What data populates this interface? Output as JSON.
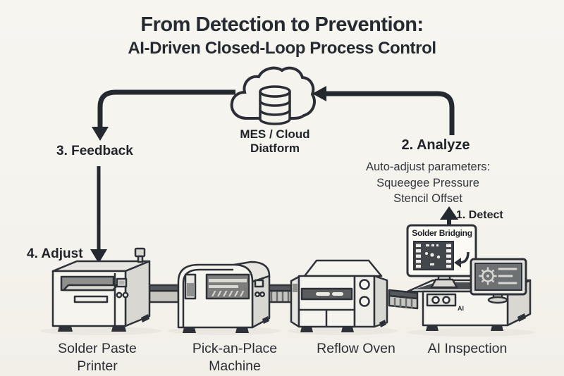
{
  "title": {
    "line1": "From Detection to Prevention:",
    "line2": "AI-Driven Closed-Loop Process Control"
  },
  "cloud": {
    "label": "MES / Cloud\nDiatform",
    "icon": "cloud-database-icon"
  },
  "steps": {
    "detect": {
      "label": "1. Detect"
    },
    "analyze": {
      "label": "2. Analyze",
      "details": "Auto-adjust parameters:\nSqueegee Pressure\nStencil Offset"
    },
    "feedback": {
      "label": "3. Feedback"
    },
    "adjust": {
      "label": "4. Adjust"
    }
  },
  "inspection_monitor": {
    "title": "Solder Bridging",
    "icons": [
      "pcb-icon",
      "return-arrow-icon"
    ]
  },
  "settings_monitor": {
    "icons": [
      "gear-icon",
      "menu-lines-icon"
    ]
  },
  "machines": [
    {
      "label": "Solder Paste\nPrinter"
    },
    {
      "label": "Pick-an-Place\nMachine"
    },
    {
      "label": "Reflow Oven"
    },
    {
      "label": "AI Inspection",
      "badge": "AI"
    }
  ],
  "colors": {
    "background": "#f5f3ed",
    "ink": "#262a31",
    "outline": "#2e3238",
    "machine_light": "#f6f4ee",
    "machine_panel": "#e7e5df",
    "machine_mid": "#cfcec8",
    "machine_gray": "#8f8f8d",
    "belt_dark": "#55585b",
    "pcb_dark": "#43464a",
    "screen_gray": "#6e7173"
  }
}
